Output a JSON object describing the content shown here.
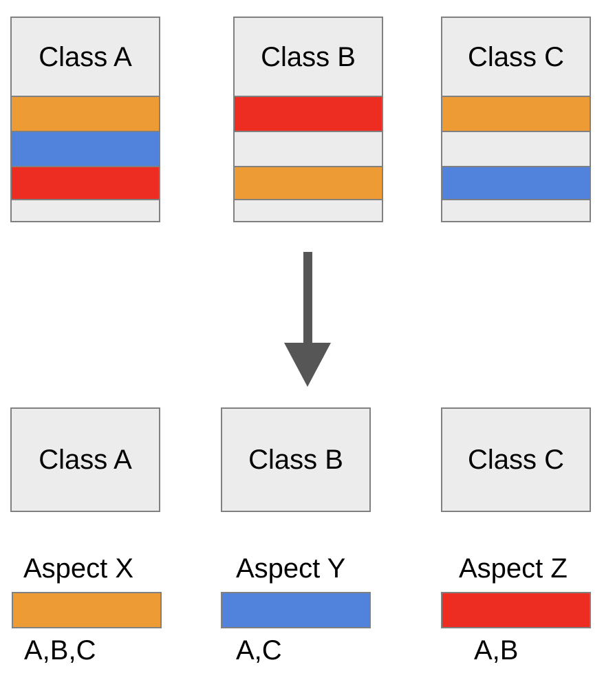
{
  "diagram": {
    "title_text_style": "plain",
    "colors": {
      "orange": "#ED9C35",
      "blue": "#5183DC",
      "red": "#EE2D22",
      "box_fill": "#ECECEC",
      "box_border": "#808080",
      "arrow": "#565656",
      "background": "#FFFFFF",
      "text": "#000000"
    },
    "top_row": {
      "boxes": [
        {
          "label": "Class A",
          "stripes": [
            {
              "aspect": "Aspect X",
              "color_name": "orange"
            },
            {
              "aspect": "Aspect Y",
              "color_name": "blue"
            },
            {
              "aspect": "Aspect Z",
              "color_name": "red"
            },
            {
              "aspect": "",
              "color_name": "plain"
            }
          ]
        },
        {
          "label": "Class B",
          "stripes": [
            {
              "aspect": "Aspect Z",
              "color_name": "red"
            },
            {
              "aspect": "",
              "color_name": "plain"
            },
            {
              "aspect": "Aspect X",
              "color_name": "orange"
            },
            {
              "aspect": "",
              "color_name": "plain"
            }
          ]
        },
        {
          "label": "Class C",
          "stripes": [
            {
              "aspect": "Aspect X",
              "color_name": "orange"
            },
            {
              "aspect": "",
              "color_name": "plain"
            },
            {
              "aspect": "Aspect Y",
              "color_name": "blue"
            },
            {
              "aspect": "",
              "color_name": "plain"
            }
          ]
        }
      ]
    },
    "arrow": {
      "direction": "down",
      "name": "transformation-arrow"
    },
    "bottom_row": {
      "boxes": [
        {
          "label": "Class A"
        },
        {
          "label": "Class B"
        },
        {
          "label": "Class C"
        }
      ]
    },
    "legend": {
      "entries": [
        {
          "label": "Aspect X",
          "color_name": "orange",
          "members": "A,B,C"
        },
        {
          "label": "Aspect Y",
          "color_name": "blue",
          "members": "A,C"
        },
        {
          "label": "Aspect Z",
          "color_name": "red",
          "members": "A,B"
        }
      ]
    }
  }
}
